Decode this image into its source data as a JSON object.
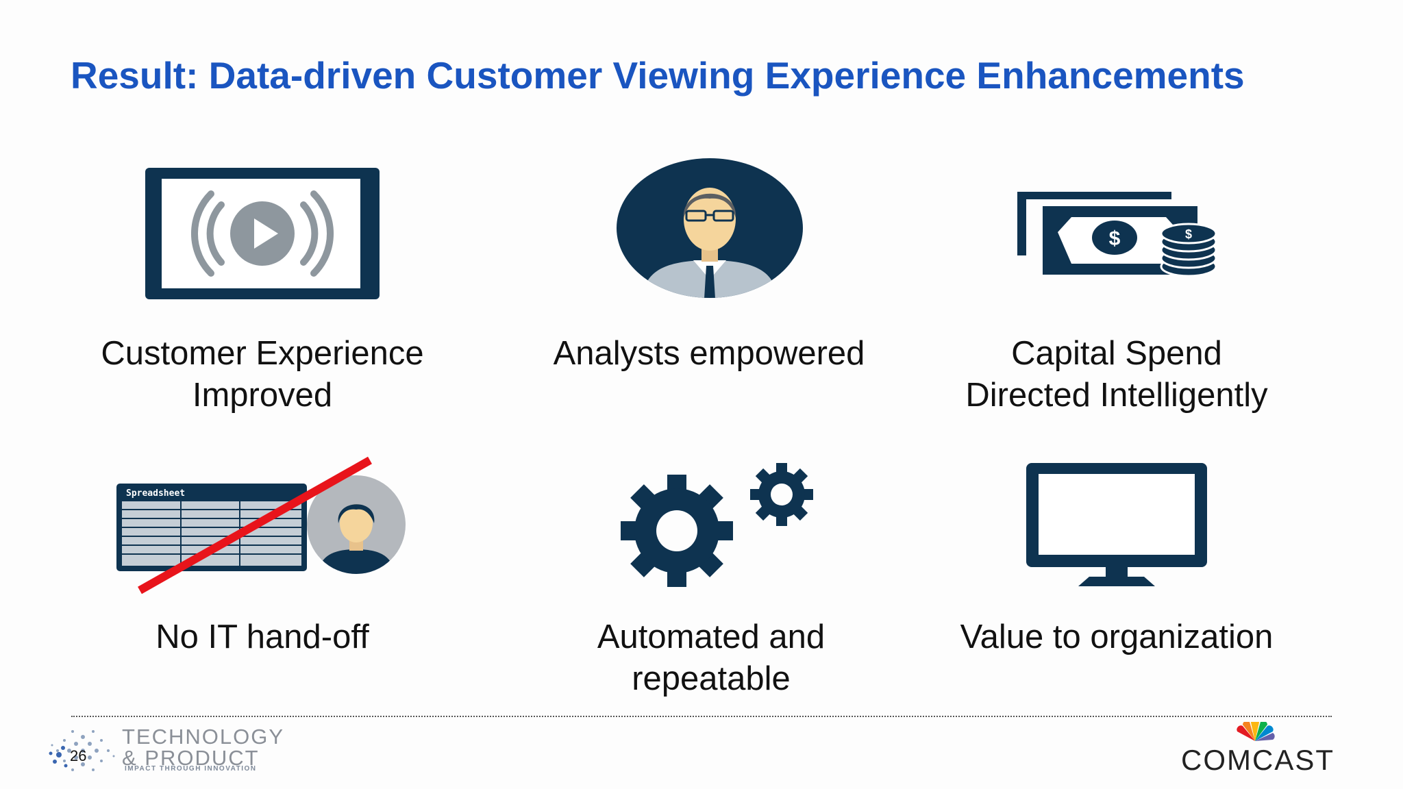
{
  "slide": {
    "title": "Result: Data-driven Customer Viewing Experience Enhancements",
    "page_number": "26"
  },
  "items": [
    {
      "icon": "streaming-video-tablet-icon",
      "lines": [
        "Customer Experience",
        "Improved"
      ]
    },
    {
      "icon": "analyst-person-icon",
      "lines": [
        "Analysts empowered"
      ]
    },
    {
      "icon": "money-and-coins-icon",
      "lines": [
        "Capital Spend",
        "Directed Intelligently"
      ]
    },
    {
      "icon": "crossed-out-spreadsheet-icon",
      "icon_label": "Spreadsheet",
      "lines": [
        "No IT hand-off"
      ]
    },
    {
      "icon": "gears-icon",
      "lines": [
        "Automated and",
        "repeatable"
      ]
    },
    {
      "icon": "monitor-icon",
      "lines": [
        "Value to organization"
      ]
    }
  ],
  "footer": {
    "logo_line1": "TECHNOLOGY",
    "logo_line2": "& PRODUCT",
    "logo_tagline": "IMPACT THROUGH INNOVATION",
    "brand": "COMCAST"
  },
  "colors": {
    "title_blue": "#1a55c0",
    "icon_navy": "#0e3350",
    "cross_red": "#e8141b"
  }
}
